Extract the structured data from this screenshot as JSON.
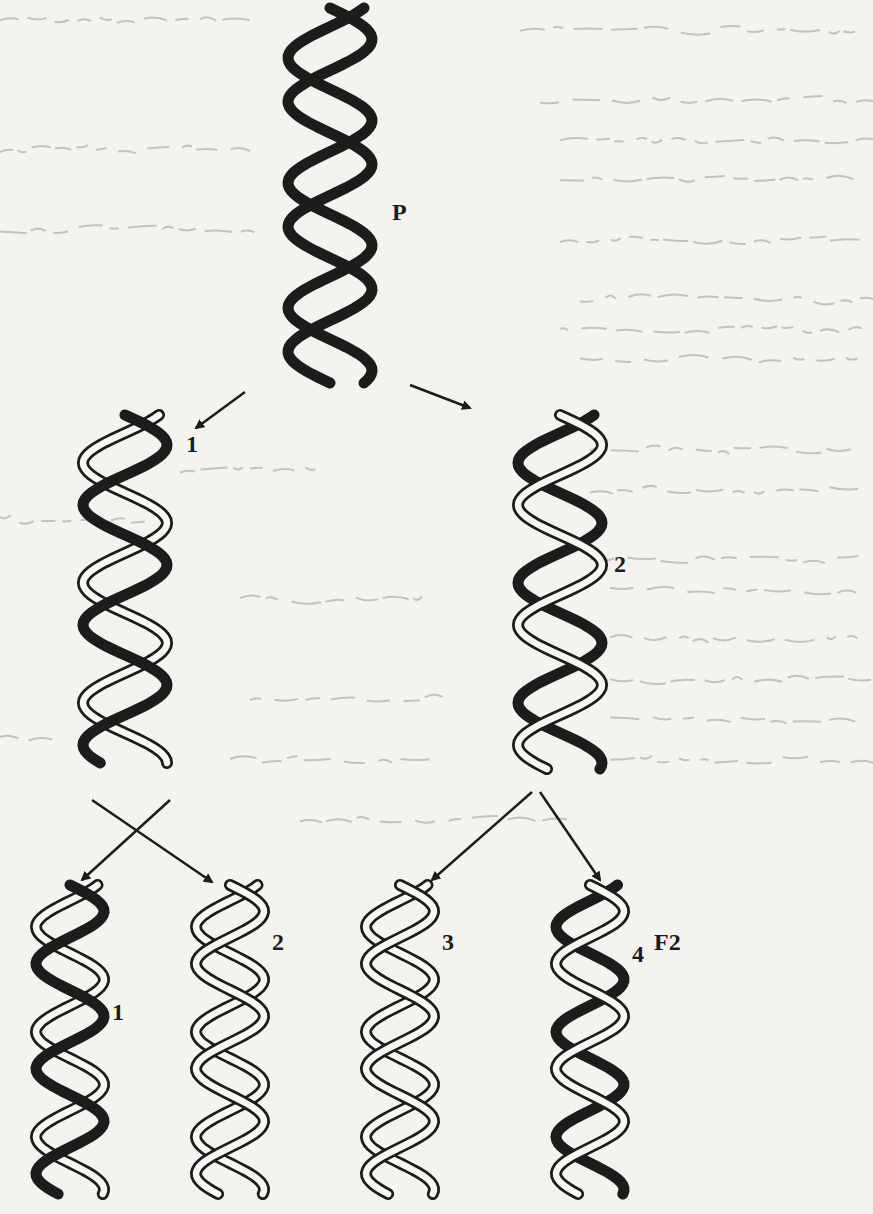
{
  "diagram": {
    "labels": [
      "P",
      "1",
      "2",
      "1",
      "2",
      "3",
      "4",
      "F2"
    ]
  }
}
